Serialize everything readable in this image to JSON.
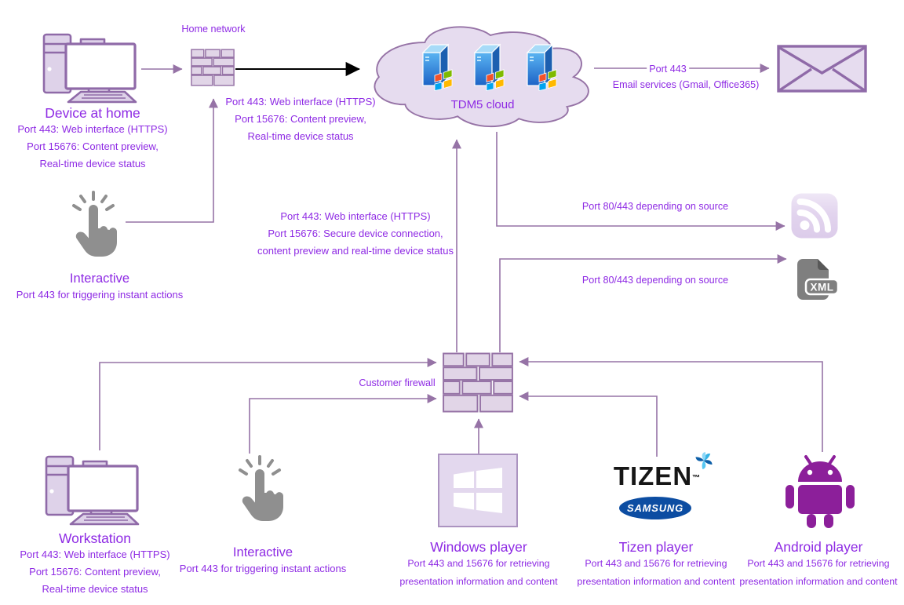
{
  "colors": {
    "diagram_text": "#8e2ae4",
    "connector": "#9673a6",
    "node_fill": "#e1d5e7",
    "node_stroke": "#9673a6",
    "black_connector": "#000000",
    "gray_icon": "#8f8f8f",
    "android_purple": "#8C1F9A",
    "samsung_blue": "#0c4da2"
  },
  "device_at_home": {
    "title": "Device at home",
    "lines": [
      "Port 443: Web interface (HTTPS)",
      "Port 15676: Content preview,",
      "Real-time device status"
    ]
  },
  "home_network": {
    "label": "Home network",
    "note_lines": [
      "Port 443: Web interface (HTTPS)",
      "Port 15676: Content preview,",
      "Real-time device status"
    ]
  },
  "interactive_top": {
    "title": "Interactive",
    "note": "Port 443 for triggering instant actions"
  },
  "cloud": {
    "label": "TDM5 cloud"
  },
  "email_link": {
    "port_label": "Port 443",
    "services_label": "Email services (Gmail, Office365)"
  },
  "secure_link": {
    "lines": [
      "Port 443: Web interface (HTTPS)",
      "Port 15676: Secure device connection,",
      "content preview and real-time device status"
    ]
  },
  "rss_link": {
    "label": "Port 80/443 depending on source"
  },
  "xml_link": {
    "label": "Port 80/443 depending on source"
  },
  "xml_icon_label": "XML",
  "customer_firewall": {
    "label": "Customer firewall"
  },
  "workstation": {
    "title": "Workstation",
    "lines": [
      "Port 443: Web interface (HTTPS)",
      "Port 15676: Content preview,",
      "Real-time device status"
    ]
  },
  "interactive_bottom": {
    "title": "Interactive",
    "note": "Port 443 for triggering instant actions"
  },
  "windows_player": {
    "title": "Windows player",
    "lines": [
      "Port 443 and 15676 for retrieving",
      "presentation information and content"
    ]
  },
  "tizen_player": {
    "title": "Tizen player",
    "brand": "TIZEN",
    "trademark": "™",
    "sub_brand": "SAMSUNG",
    "lines": [
      "Port 443 and 15676 for retrieving",
      "presentation information and content"
    ]
  },
  "android_player": {
    "title": "Android player",
    "lines": [
      "Port 443 and 15676 for retrieving",
      "presentation information and content"
    ]
  }
}
